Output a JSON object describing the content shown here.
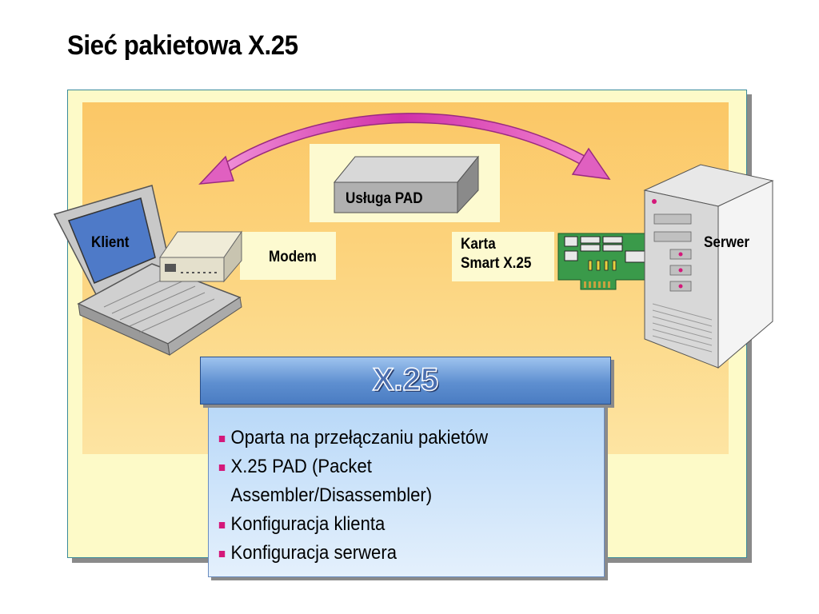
{
  "title": "Sieć pakietowa X.25",
  "labels": {
    "pad": "Usługa PAD",
    "modem": "Modem",
    "client": "Klient",
    "card": "Karta\nSmart X.25",
    "server": "Serwer"
  },
  "panel": {
    "heading": "X.25",
    "bullets": [
      "Oparta na przełączaniu pakietów",
      "X.25 PAD (Packet",
      "Assembler/Disassembler)",
      "Konfiguracja klienta",
      "Konfiguracja serwera"
    ]
  },
  "colors": {
    "bullet": "#d4187a",
    "arrow": "#d838b0",
    "header": "#5e8fd0"
  }
}
